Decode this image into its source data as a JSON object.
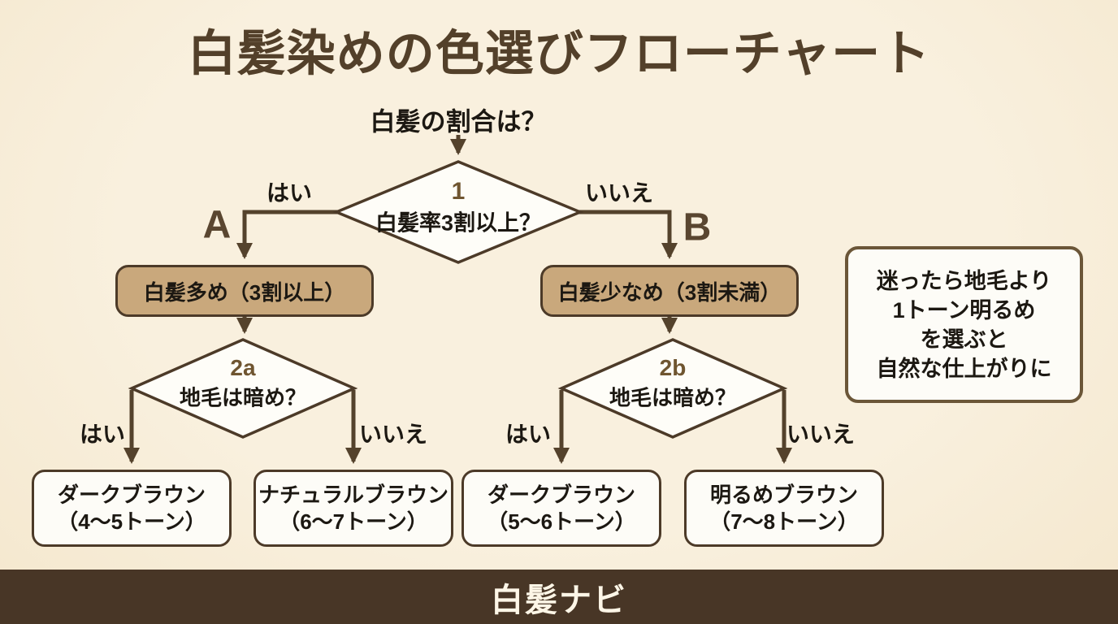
{
  "title": "白髪染めの色選びフローチャート",
  "flow": {
    "start_question": "白髪の割合は？",
    "decision1": {
      "number": "1",
      "question": "白髪率3割以上？",
      "yes_label": "はい",
      "no_label": "いいえ",
      "branch_a_letter": "A",
      "branch_b_letter": "B"
    },
    "branch_a": {
      "state_box": "白髪多め（3割以上）",
      "decision": {
        "number": "2a",
        "question": "地毛は暗め？",
        "yes_label": "はい",
        "no_label": "いいえ"
      },
      "result_yes": {
        "line1": "ダークブラウン",
        "line2": "（4〜5トーン）"
      },
      "result_no": {
        "line1": "ナチュラルブラウン",
        "line2": "（6〜7トーン）"
      }
    },
    "branch_b": {
      "state_box": "白髪少なめ（3割未満）",
      "decision": {
        "number": "2b",
        "question": "地毛は暗め？",
        "yes_label": "はい",
        "no_label": "いいえ"
      },
      "result_yes": {
        "line1": "ダークブラウン",
        "line2": "（5〜6トーン）"
      },
      "result_no": {
        "line1": "明るめブラウン",
        "line2": "（7〜8トーン）"
      }
    }
  },
  "note": {
    "line1": "迷ったら地毛より",
    "line2": "1トーン明るめ",
    "line3": "を選ぶと",
    "line4": "自然な仕上がりに"
  },
  "footer": {
    "brand": "白髪ナビ"
  },
  "colors": {
    "background": "#f8eeda",
    "connector_brown": "#54422c",
    "shape_border": "#4c3a28",
    "state_box_fill": "#c9a87c",
    "result_box_fill": "#fdfcf7",
    "title_brown": "#53402a",
    "decision_number_brown": "#6f5530",
    "footer_bg": "#483626",
    "footer_text": "#fdf6e7",
    "text_black": "#1c1812"
  }
}
